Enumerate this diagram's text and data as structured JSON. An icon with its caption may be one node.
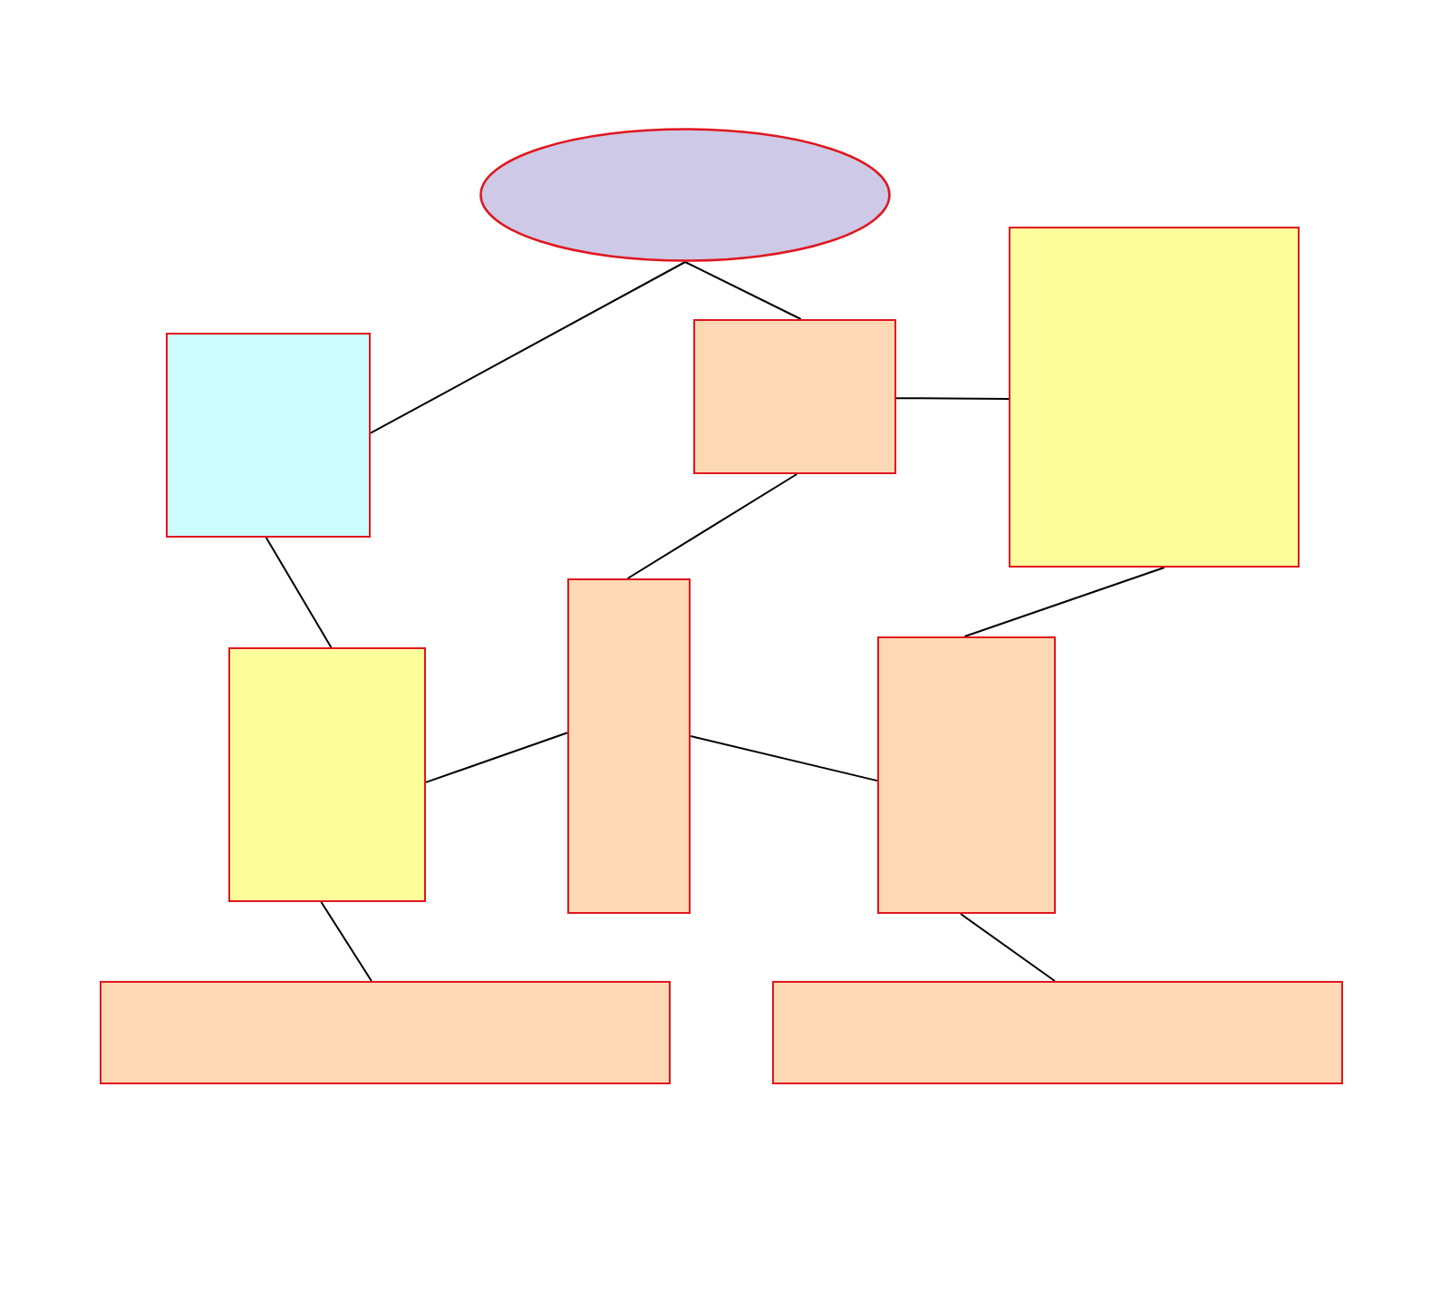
{
  "diagram": {
    "nodes": [
      {
        "text": [],
        "shape": "ellipse"
      },
      {
        "text": [],
        "shape": "box"
      },
      {
        "text": [],
        "shape": "box"
      },
      {
        "text": [],
        "shape": "box"
      },
      {
        "text": [],
        "shape": "box"
      },
      {
        "text": [],
        "shape": "box"
      },
      {
        "text": [],
        "shape": "box"
      },
      {
        "text": [],
        "shape": "box"
      },
      {
        "text": [],
        "shape": "box"
      }
    ],
    "edges": [
      {
        "from": 0,
        "to": 1,
        "arrow": "none"
      },
      {
        "from": 0,
        "to": 2,
        "arrow": "none"
      },
      {
        "from": 2,
        "to": 3,
        "arrow": "none"
      },
      {
        "from": 2,
        "to": 5,
        "arrow": "none"
      },
      {
        "from": 3,
        "to": 6,
        "arrow": "none"
      },
      {
        "from": 1,
        "to": 4,
        "arrow": "none"
      },
      {
        "from": 4,
        "to": 5,
        "arrow": "none"
      },
      {
        "from": 5,
        "to": 6,
        "arrow": "none"
      },
      {
        "from": 4,
        "to": 7,
        "arrow": "none"
      },
      {
        "from": 6,
        "to": 8,
        "arrow": "none"
      }
    ]
  }
}
